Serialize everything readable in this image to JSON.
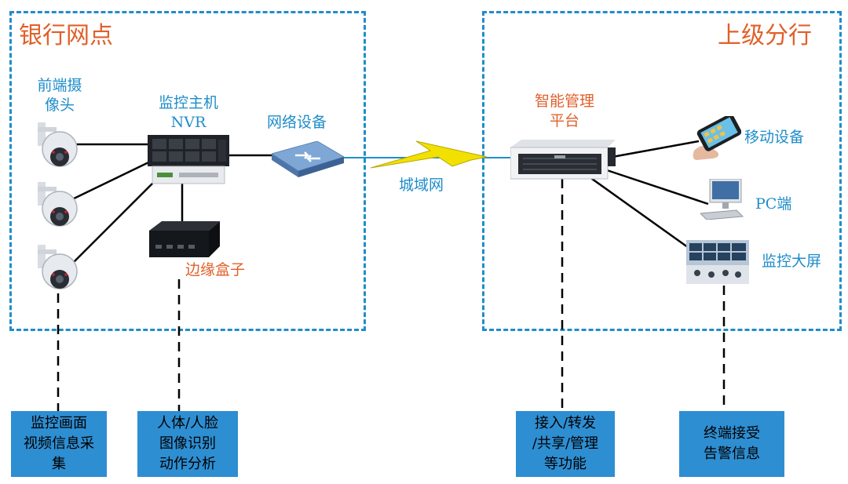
{
  "regions": {
    "branch_title": "银行网点",
    "upper_title": "上级分行"
  },
  "devices": {
    "front_camera": [
      "前端摄",
      "像头"
    ],
    "nvr": [
      "监控主机",
      "NVR"
    ],
    "network": "网络设备",
    "edge_box": "边缘盒子",
    "platform": [
      "智能管理",
      "平台"
    ],
    "mobile": "移动设备",
    "pc": "PC端",
    "screen": "监控大屏",
    "wan": "城域网"
  },
  "functions": [
    {
      "lines": [
        "监控画面",
        "视频信息采",
        "集"
      ]
    },
    {
      "lines": [
        "人体/人脸",
        "图像识别",
        "动作分析"
      ]
    },
    {
      "lines": [
        "接入/转发",
        "/共享/管理",
        "等功能"
      ]
    },
    {
      "lines": [
        "终端接受",
        "告警信息"
      ]
    }
  ],
  "colors": {
    "region_border": "#1f8dc9",
    "label_blue": "#1f8dc9",
    "label_orange": "#e0602a",
    "function_box": "#2e8ed2",
    "lightning": "#f2e000"
  }
}
